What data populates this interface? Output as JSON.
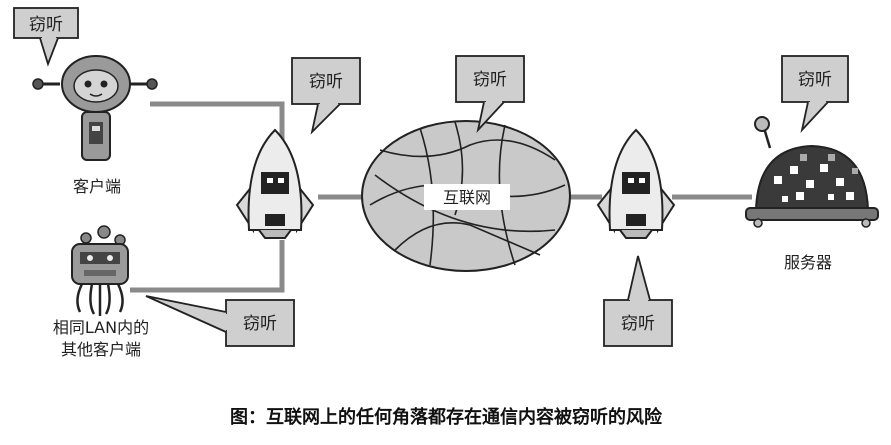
{
  "bubble_text": "窃听",
  "nodes": {
    "client_label": "客户端",
    "lan_client_label_line1": "相同LAN内的",
    "lan_client_label_line2": "其他客户端",
    "internet_label": "互联网",
    "server_label": "服务器"
  },
  "caption": "图：互联网上的任何角落都存在通信内容被窃听的风险",
  "colors": {
    "bubble_fill": "#cfcfcf",
    "cloud_fill": "#c9c9c9",
    "line": "#8a8a8a",
    "outline": "#222222"
  }
}
